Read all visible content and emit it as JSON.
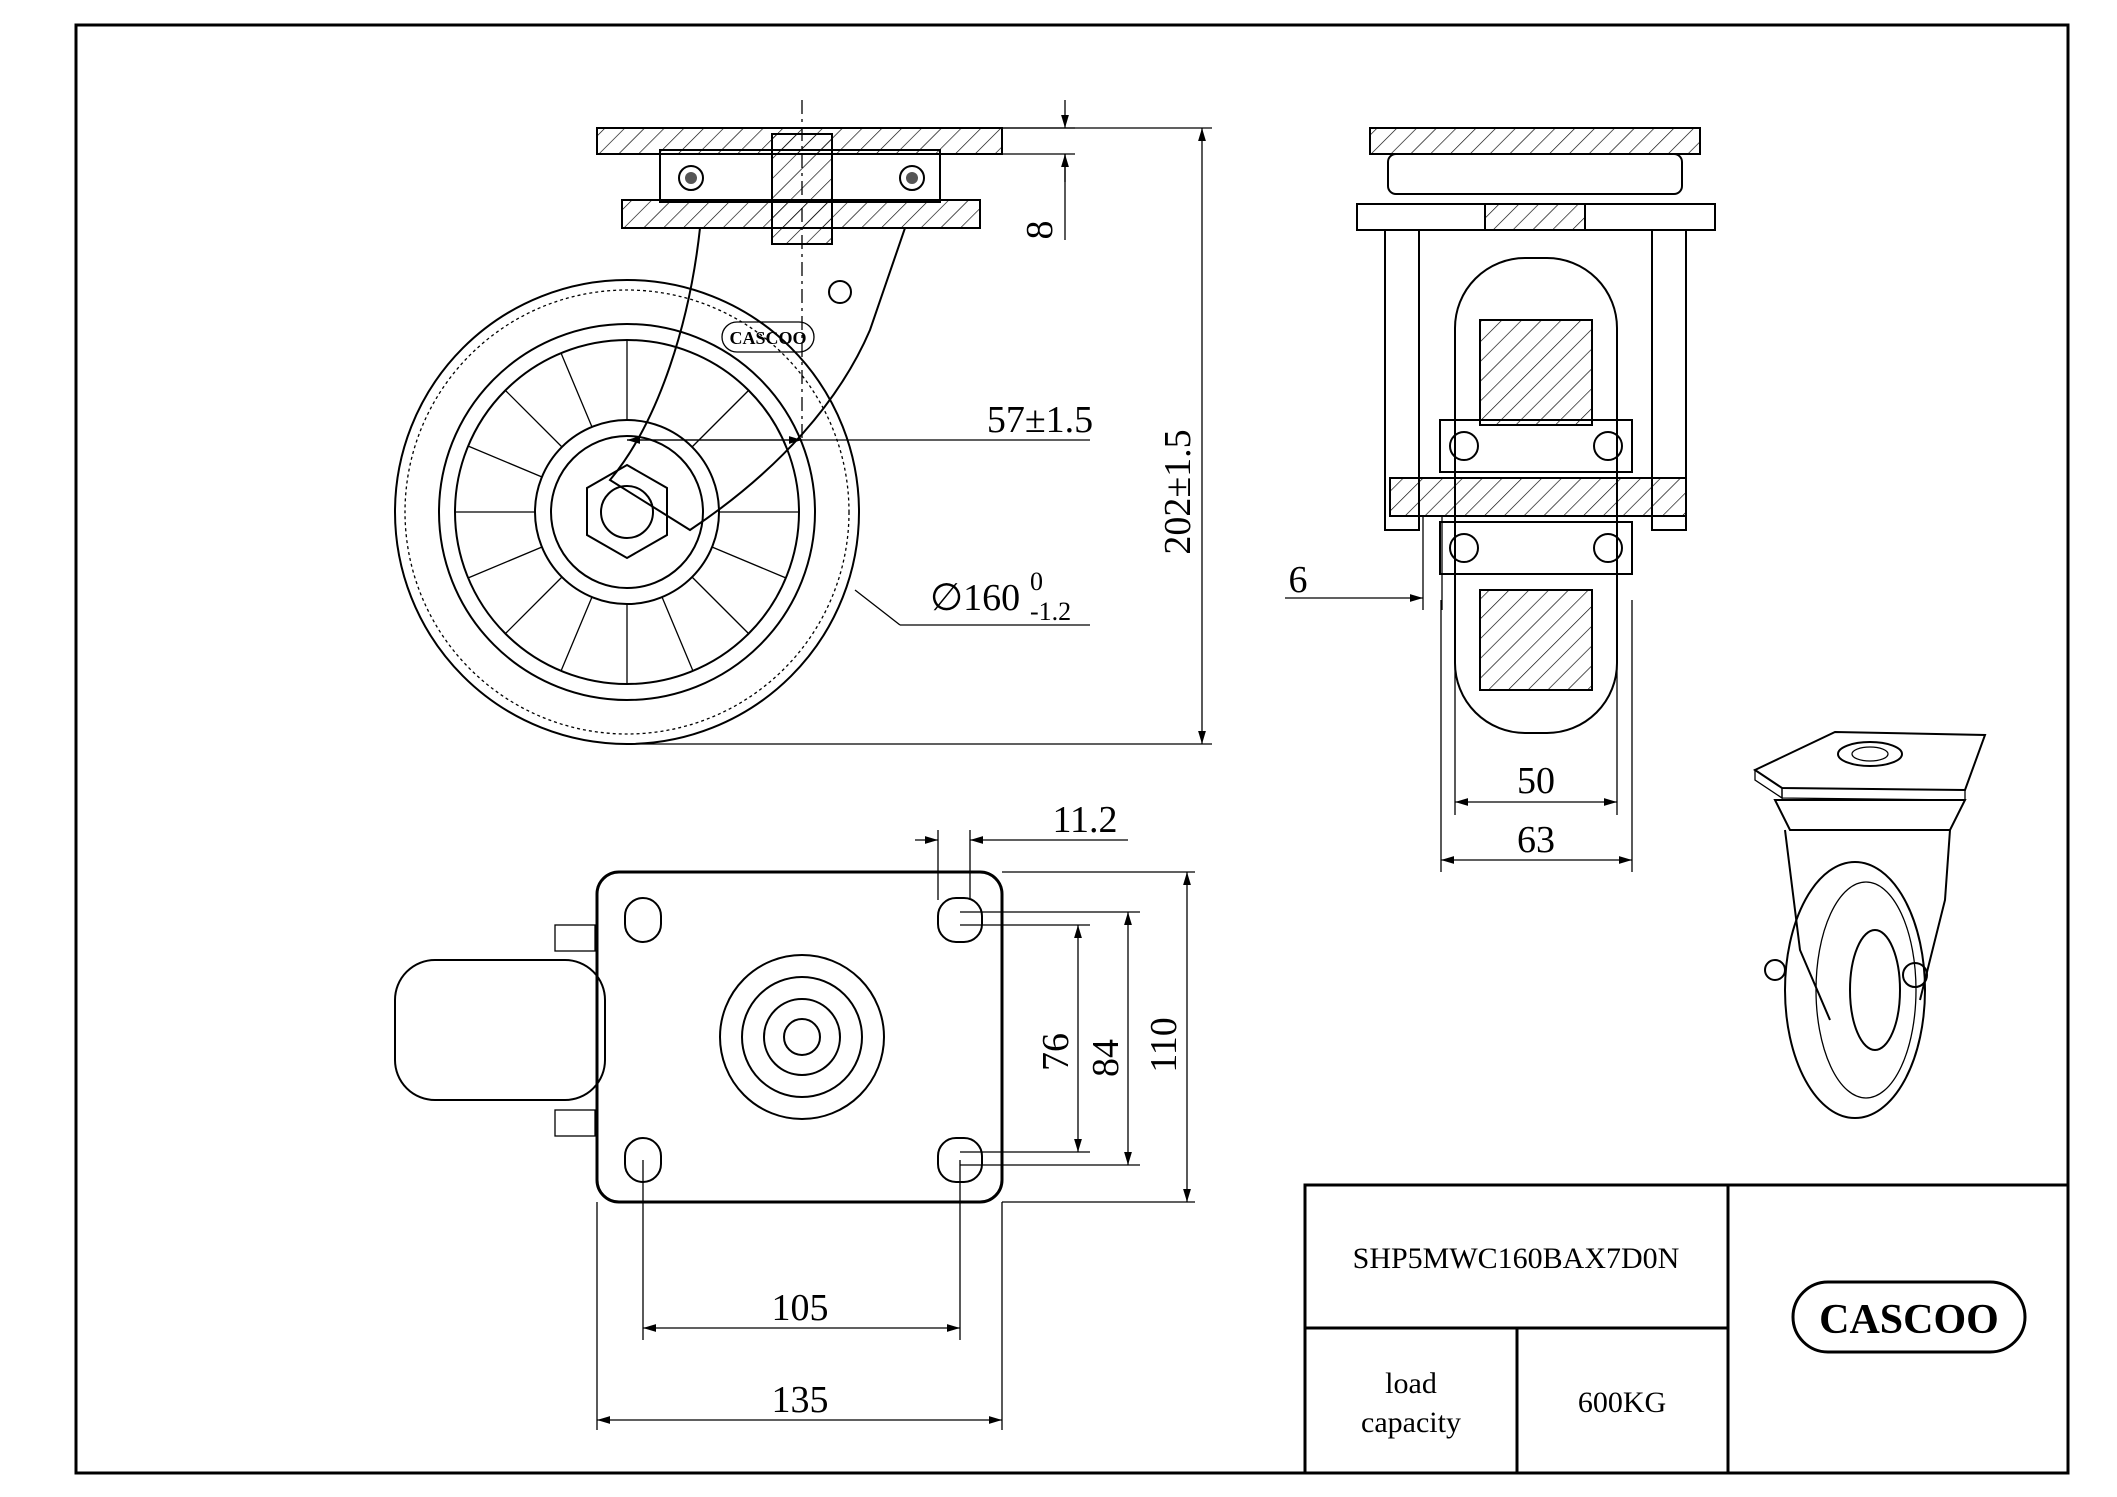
{
  "drawing": {
    "dimensions": {
      "plate_thickness": "8",
      "offset": "57±1.5",
      "height": "202±1.5",
      "wheel_diameter": "∅160",
      "wheel_diameter_tol_upper": "0",
      "wheel_diameter_tol_lower": "-1.2",
      "axle_protrusion": "6",
      "wheel_width": "50",
      "leg_width": "63",
      "hole_spacing_top": "11.2",
      "bolt_spacing_76": "76",
      "bolt_spacing_84": "84",
      "plate_length": "110",
      "bolt_spacing_105": "105",
      "plate_width": "135"
    },
    "logo_text": "CASCOO"
  },
  "title_block": {
    "part_number": "SHP5MWC160BAX7D0N",
    "load_label_line1": "load",
    "load_label_line2": "capacity",
    "load_value": "600KG",
    "logo_text": "CASCOO"
  }
}
